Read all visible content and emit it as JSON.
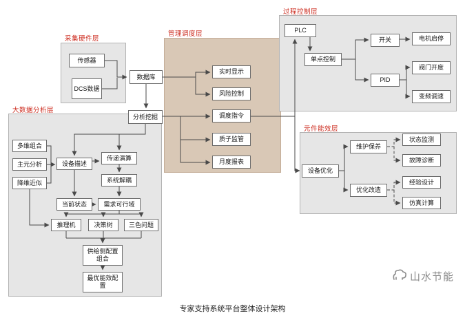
{
  "caption": "专家支持系统平台整体设计架构",
  "watermark": {
    "brand": "山水节能"
  },
  "layers": {
    "hardware": "采集硬件层",
    "management": "管理调度层",
    "process": "过程控制层",
    "bigdata": "大数据分析层",
    "component": "元件能效层"
  },
  "nodes": {
    "sensor": "传感器",
    "dcs": "DCS数据",
    "database": "数据库",
    "mining": "分析挖掘",
    "realtime": "实时显示",
    "risk": "风险控制",
    "dispatch": "调度指令",
    "quality": "质子监管",
    "monthly": "月度报表",
    "plc": "PLC",
    "single_point": "单点控制",
    "switch": "开关",
    "pid": "PID",
    "motor": "电机启停",
    "valve": "阀门开度",
    "vfd": "变频调速",
    "multi_dim": "多维组合",
    "pca": "主元分析",
    "dim_reduce": "降维近似",
    "equip_desc": "设备描述",
    "transfer": "传递演算",
    "decouple": "系统解耦",
    "cur_state": "当前状态",
    "feasible": "需求可行域",
    "inference": "推理机",
    "decision_tree": "决策树",
    "three_color": "三色问题",
    "supply_config": "供给侧配置组合",
    "optimal_config": "最优能效配置",
    "dev_opt": "设备优化",
    "maintenance": "维护保养",
    "retrofit": "优化改造",
    "cond_monitor": "状态监测",
    "fault_diag": "故障诊断",
    "exp_design": "经验设计",
    "sim_calc": "仿真计算"
  },
  "colors": {
    "layer_label": "#cc2a1d",
    "management_bg": "#d9c8b6",
    "layer_bg": "#e6e6e6",
    "wire": "#4a4a4a"
  }
}
